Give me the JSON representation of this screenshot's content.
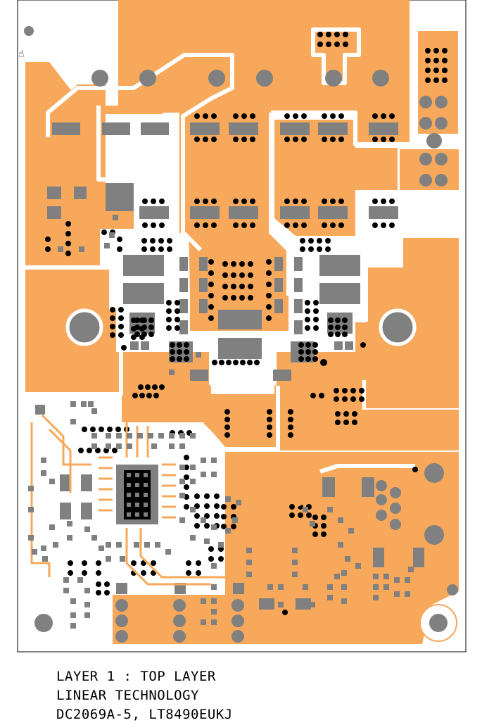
{
  "board": {
    "copper_color": "#F7A85A",
    "pad_color": "#808080",
    "via_color": "#000000",
    "trace_edge_color": "#FFFFFF",
    "background": "#FFFFFF"
  },
  "icons": {
    "cursor": "hand-cursor-icon"
  },
  "caption": {
    "line1": "LAYER 1 : TOP LAYER",
    "line2": "LINEAR TECHNOLOGY",
    "line3": "DC2069A-5, LT8490EUKJ"
  }
}
